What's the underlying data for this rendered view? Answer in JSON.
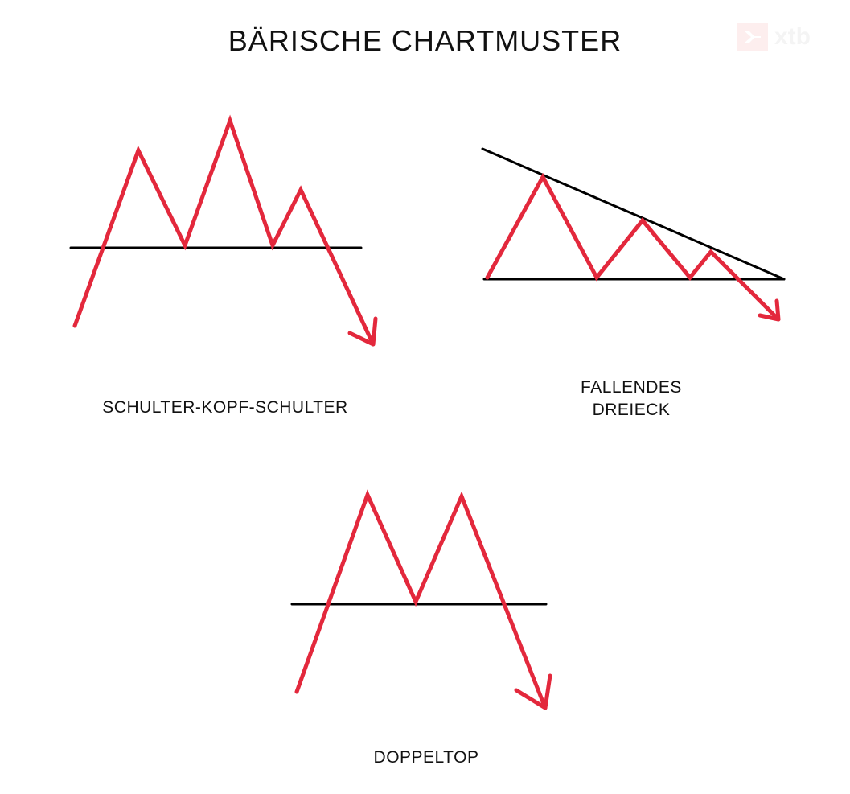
{
  "header": {
    "title": "BÄRISCHE CHARTMUSTER",
    "logo_text": "xtb"
  },
  "colors": {
    "pattern_line": "#e3283c",
    "support_line": "#000000",
    "background": "#ffffff",
    "logo_bg": "#fdeeee"
  },
  "patterns": [
    {
      "id": "head-shoulders",
      "label": "SCHULTER-KOPF-SCHULTER"
    },
    {
      "id": "falling-triangle",
      "label_line1": "FALLENDES",
      "label_line2": "DREIECK"
    },
    {
      "id": "double-top",
      "label": "DOPPELTOP"
    }
  ],
  "chart_data": [
    {
      "type": "line",
      "title": "SCHULTER-KOPF-SCHULTER",
      "series": [
        {
          "name": "price",
          "points": [
            [
              93,
              405
            ],
            [
              172,
              187
            ],
            [
              230,
              305
            ],
            [
              286,
              150
            ],
            [
              339,
              305
            ],
            [
              374,
              236
            ],
            [
              464,
              428
            ]
          ]
        },
        {
          "name": "neckline",
          "points": [
            [
              88,
              308
            ],
            [
              449,
              308
            ]
          ]
        }
      ],
      "annotation": "down-arrow"
    },
    {
      "type": "line",
      "title": "FALLENDES DREIECK",
      "series": [
        {
          "name": "price",
          "points": [
            [
              606,
              345
            ],
            [
              675,
              220
            ],
            [
              742,
              345
            ],
            [
              799,
              274
            ],
            [
              858,
              345
            ],
            [
              884,
              313
            ],
            [
              968,
              397
            ]
          ]
        },
        {
          "name": "resistance",
          "points": [
            [
              600,
              185
            ],
            [
              975,
              347
            ]
          ]
        },
        {
          "name": "support",
          "points": [
            [
              602,
              347
            ],
            [
              975,
              347
            ]
          ]
        }
      ],
      "annotation": "down-arrow"
    },
    {
      "type": "line",
      "title": "DOPPELTOP",
      "series": [
        {
          "name": "price",
          "points": [
            [
              369,
              860
            ],
            [
              457,
              615
            ],
            [
              517,
              748
            ],
            [
              574,
              617
            ],
            [
              678,
              880
            ]
          ]
        },
        {
          "name": "neckline",
          "points": [
            [
              363,
              751
            ],
            [
              679,
              751
            ]
          ]
        }
      ],
      "annotation": "down-arrow"
    }
  ]
}
